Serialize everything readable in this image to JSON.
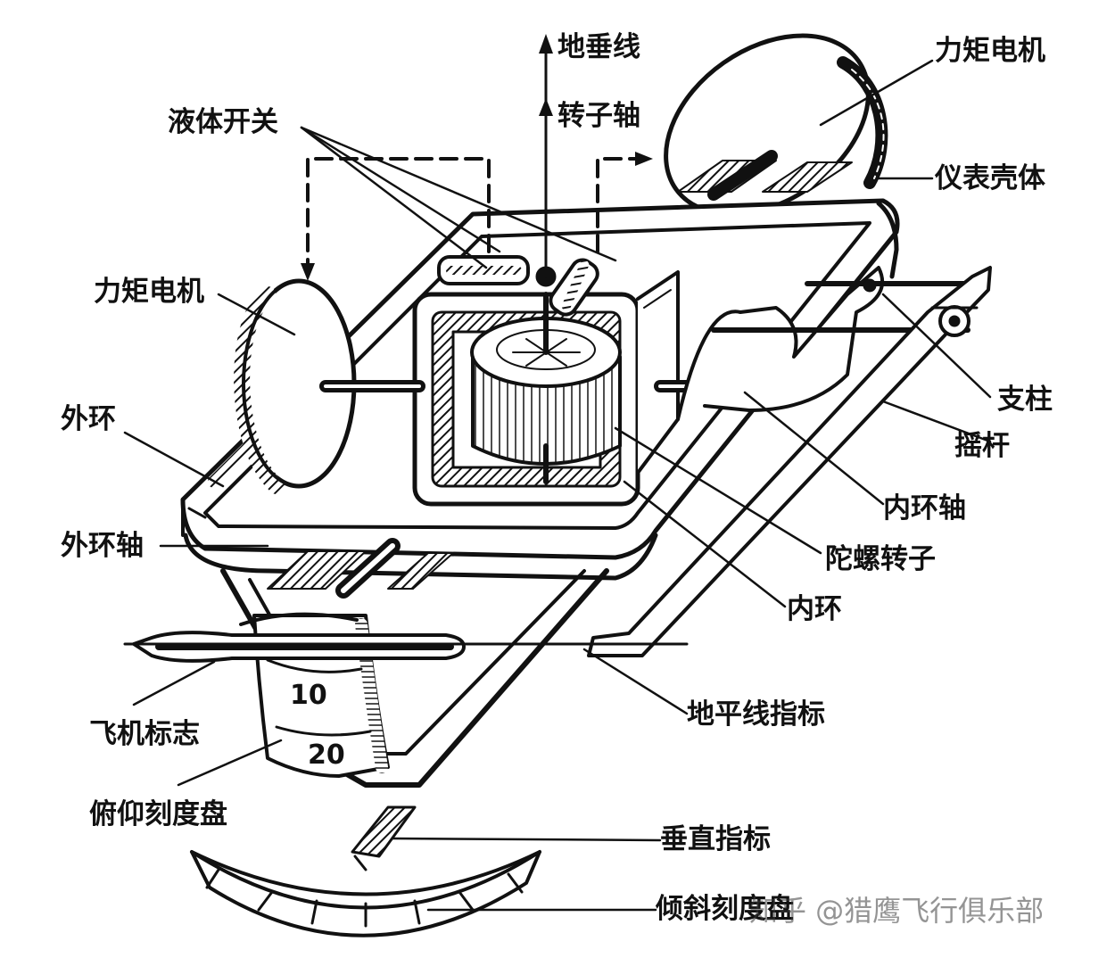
{
  "labels": {
    "plumb_line": "地垂线",
    "rotor_axis": "转子轴",
    "liquid_switch": "液体开关",
    "torque_motor_top": "力矩电机",
    "instrument_case": "仪表壳体",
    "torque_motor_left": "力矩电机",
    "outer_ring": "外环",
    "outer_ring_axis": "外环轴",
    "pillar": "支柱",
    "rocker": "摇杆",
    "inner_ring_axis": "内环轴",
    "gyro_rotor": "陀螺转子",
    "inner_ring": "内环",
    "aircraft_symbol": "飞机标志",
    "horizon_bar": "地平线指标",
    "pitch_dial": "俯仰刻度盘",
    "vertical_pointer": "垂直指标",
    "bank_dial": "倾斜刻度盘"
  },
  "pitch_ticks": [
    "10",
    "20"
  ],
  "watermark": "知乎 @猎鹰飞行俱乐部"
}
